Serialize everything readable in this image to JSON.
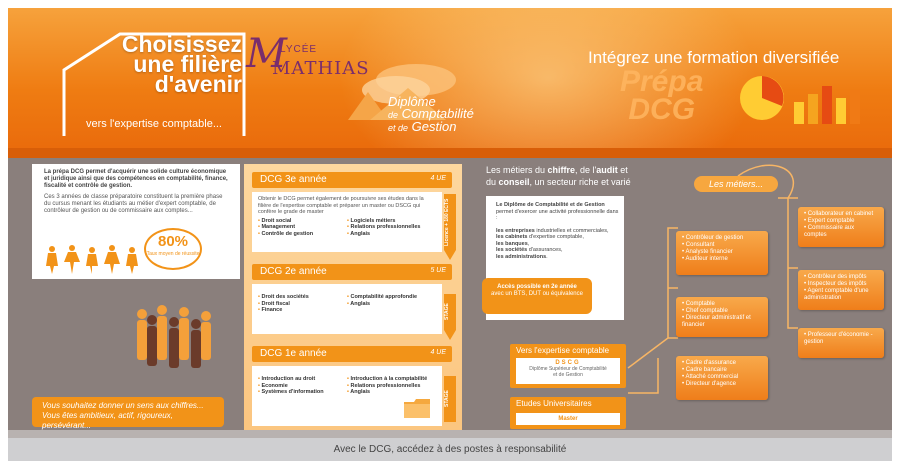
{
  "header": {
    "title_lines": [
      "Choisissez",
      "une filière",
      "d'avenir"
    ],
    "subtitle": "vers l'expertise comptable...",
    "logo": {
      "letter": "M",
      "lycee": "LYCÉE",
      "name": "MATHIAS"
    },
    "dcg_line1": "Diplôme",
    "dcg_line2_small": "de",
    "dcg_line2": "Comptabilité",
    "dcg_line3_small": "et de",
    "dcg_line3": "Gestion",
    "tagline": "Intégrez une formation diversifiée",
    "prepa_big_1": "Prépa",
    "prepa_big_2": "DCG"
  },
  "intro": {
    "lead": "La prépa DCG permet d'acquérir une solide culture économique et juridique ainsi que des compétences en comptabilité, finance, fiscalité et contrôle de gestion.",
    "body": "Ces 3 années de classe préparatoire constituent la première phase du cursus menant les étudiants au métier d'expert comptable, de contrôleur de gestion ou de commissaire aux comptes...",
    "badge_value": "80%",
    "badge_label": "Taux moyen de réussite"
  },
  "motto": {
    "line1": "Vous souhaitez donner un sens aux chiffres...",
    "line2": "Vous êtes ambitieux, actif, rigoureux, persévérant..."
  },
  "years": [
    {
      "title": "DCG 3e année",
      "ue": "4 UE",
      "desc": "Obtenir le DCG permet également de poursuivre ses études dans la filière de l'expertise comptable et préparer un master ou DSCG qui confère le grade de master",
      "col1": [
        "Droit social",
        "Management",
        "Contrôle de gestion"
      ],
      "col2": [
        "Logiciels métiers",
        "Relations professionnelles",
        "Anglais"
      ],
      "tag": "Licence + 180 ECTS"
    },
    {
      "title": "DCG 2e année",
      "ue": "5 UE",
      "desc": "",
      "col1": [
        "Droit des sociétés",
        "Droit fiscal",
        "Finance"
      ],
      "col2": [
        "Comptabilité approfondie",
        "Anglais"
      ],
      "tag": "STAGE"
    },
    {
      "title": "DCG 1e année",
      "ue": "4 UE",
      "desc": "",
      "col1": [
        "Introduction au droit",
        "Economie",
        "Systèmes d'information"
      ],
      "col2": [
        "Introduction à la comptabilité",
        "Relations professionnelles",
        "Anglais"
      ],
      "tag": "STAGE"
    }
  ],
  "metiers_intro": {
    "p1": "Les métiers du ",
    "b1": "chiffre",
    "p2": ", de l'",
    "b2": "audit",
    "p3": " et du ",
    "b3": "conseil",
    "p4": ", un secteur riche et varié ..."
  },
  "info_card": {
    "b_title": "Le Diplôme de Comptabilité et de Gestion",
    "title_rest": "permet d'exercer une activité professionnelle dans :",
    "items": [
      {
        "b": "les entreprises",
        "t": " industrielles et commerciales,"
      },
      {
        "b": "les cabinets",
        "t": " d'expertise comptable,"
      },
      {
        "b": "les banques",
        "t": ","
      },
      {
        "b": "les sociétés",
        "t": " d'assurances,"
      },
      {
        "b": "les administrations",
        "t": "."
      }
    ]
  },
  "access": {
    "line1": "Accès possible en 2e année",
    "line2": "avec un BTS, DUT ou équivalence"
  },
  "voie": {
    "title": "Vers l'expertise comptable",
    "acronym": "DSCG",
    "full1": "Diplôme Supérieur de Comptabilité",
    "full2": "et de Gestion"
  },
  "etudes": {
    "title": "Etudes Universitaires",
    "value": "Master"
  },
  "metiers_pill": "Les métiers...",
  "jobs": {
    "a": [
      "Contrôleur de gestion",
      "Consultant",
      "Analyste financier",
      "Auditeur interne"
    ],
    "b": [
      "Comptable",
      "Chef comptable",
      "Directeur administratif et financier"
    ],
    "c": [
      "Cadre d'assurance",
      "Cadre bancaire",
      "Attaché commercial",
      "Directeur d'agence"
    ],
    "d": [
      "Collaborateur en cabinet",
      "Expert comptable",
      "Commissaire aux comptes"
    ],
    "e": [
      "Contrôleur des impôts",
      "Inspecteur des impôts",
      "Agent comptable d'une administration"
    ],
    "f": [
      "Professeur d'économie - gestion"
    ]
  },
  "footer": "Avec le DCG, accédez à des postes à responsabilité",
  "colors": {
    "orange": "#f29318",
    "dark_orange": "#e9690b",
    "purple": "#7a2d6c",
    "grey": "#8a7f7c"
  }
}
